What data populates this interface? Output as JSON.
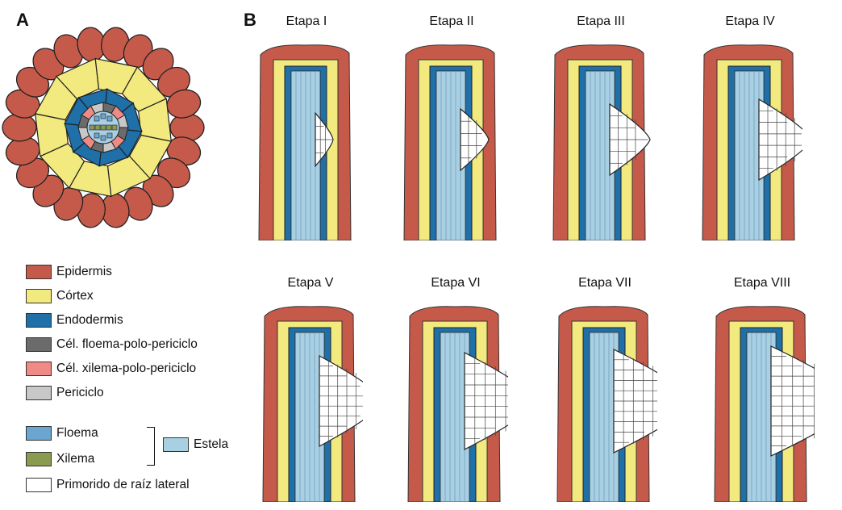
{
  "panels": {
    "a": "A",
    "b": "B"
  },
  "colors": {
    "epidermis": "#c65a4a",
    "cortex": "#f2ea7e",
    "endodermis": "#1f6fa8",
    "floema_polo": "#6b6b6b",
    "xilema_polo": "#f08a86",
    "periciclo": "#c8c8c8",
    "floema": "#6aa6cf",
    "xilema": "#8a9a4e",
    "estela": "#a9cfe3",
    "primordio": "#ffffff"
  },
  "legend": [
    {
      "label": "Epidermis",
      "color": "#c65a4a"
    },
    {
      "label": "Córtex",
      "color": "#f2ea7e"
    },
    {
      "label": "Endodermis",
      "color": "#1f6fa8"
    },
    {
      "label": "Cél. floema-polo-periciclo",
      "color": "#6b6b6b"
    },
    {
      "label": "Cél. xilema-polo-periciclo",
      "color": "#f08a86"
    },
    {
      "label": "Periciclo",
      "color": "#c8c8c8"
    },
    {
      "label": "Floema",
      "color": "#6aa6cf"
    },
    {
      "label": "Xilema",
      "color": "#8a9a4e"
    },
    {
      "label": "Primorido de raíz lateral",
      "color": "#ffffff"
    }
  ],
  "estela_label": "Estela",
  "stages": [
    {
      "title": "Etapa I",
      "primordium_size": 0.12
    },
    {
      "title": "Etapa II",
      "primordium_size": 0.25
    },
    {
      "title": "Etapa III",
      "primordium_size": 0.4
    },
    {
      "title": "Etapa IV",
      "primordium_size": 0.55
    },
    {
      "title": "Etapa V",
      "primordium_size": 0.7
    },
    {
      "title": "Etapa VI",
      "primordium_size": 0.8
    },
    {
      "title": "Etapa VII",
      "primordium_size": 0.9
    },
    {
      "title": "Etapa VIII",
      "primordium_size": 1.0
    }
  ]
}
